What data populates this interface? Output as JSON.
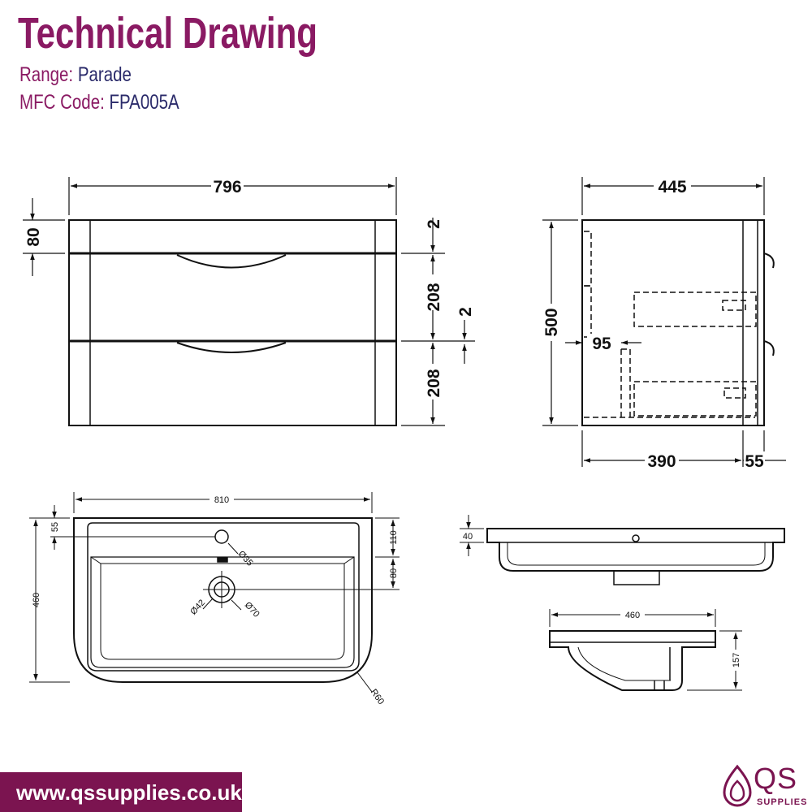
{
  "header": {
    "title": "Technical Drawing",
    "range_label": "Range:",
    "range_value": "Parade",
    "mfc_label": "MFC Code:",
    "mfc_value": "FPA005A"
  },
  "front_view": {
    "width": "796",
    "top_rail": "80",
    "gap_top": "2",
    "drawer_1": "208",
    "gap_mid": "2",
    "drawer_2": "208"
  },
  "side_view": {
    "depth": "445",
    "height": "500",
    "recess": "95",
    "inner_depth": "390",
    "door_depth": "55"
  },
  "basin_plan": {
    "width": "810",
    "depth": "460",
    "tap_offset": "55",
    "back_edge": "110",
    "waste_offset": "80",
    "tap_hole": "Ø35",
    "waste_inner": "Ø42",
    "waste_outer": "Ø70",
    "corner_radius": "R60"
  },
  "basin_front": {
    "rim": "40"
  },
  "basin_side": {
    "depth": "460",
    "height": "157"
  },
  "footer": {
    "website": "www.qssupplies.co.uk",
    "brand": "QS",
    "brand_sub": "SUPPLIES"
  },
  "colors": {
    "title": "#8a1a63",
    "value_text": "#2a2a6a",
    "footer_bg": "#7b1450",
    "line": "#111111"
  }
}
